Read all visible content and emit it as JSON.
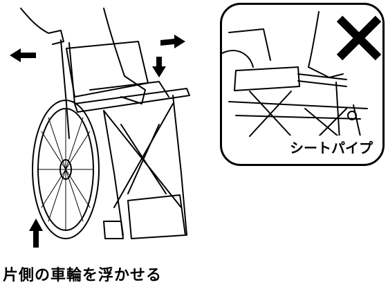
{
  "caption": "片側の車輪を浮かせる",
  "inset": {
    "label": "シートパイプ",
    "prohibit_mark": "x-mark"
  },
  "colors": {
    "ink": "#000000",
    "paper": "#ffffff"
  },
  "icons": [
    "arrow-left-icon",
    "arrow-right-icon",
    "arrow-down-icon",
    "arrow-up-icon",
    "x-mark-icon"
  ]
}
